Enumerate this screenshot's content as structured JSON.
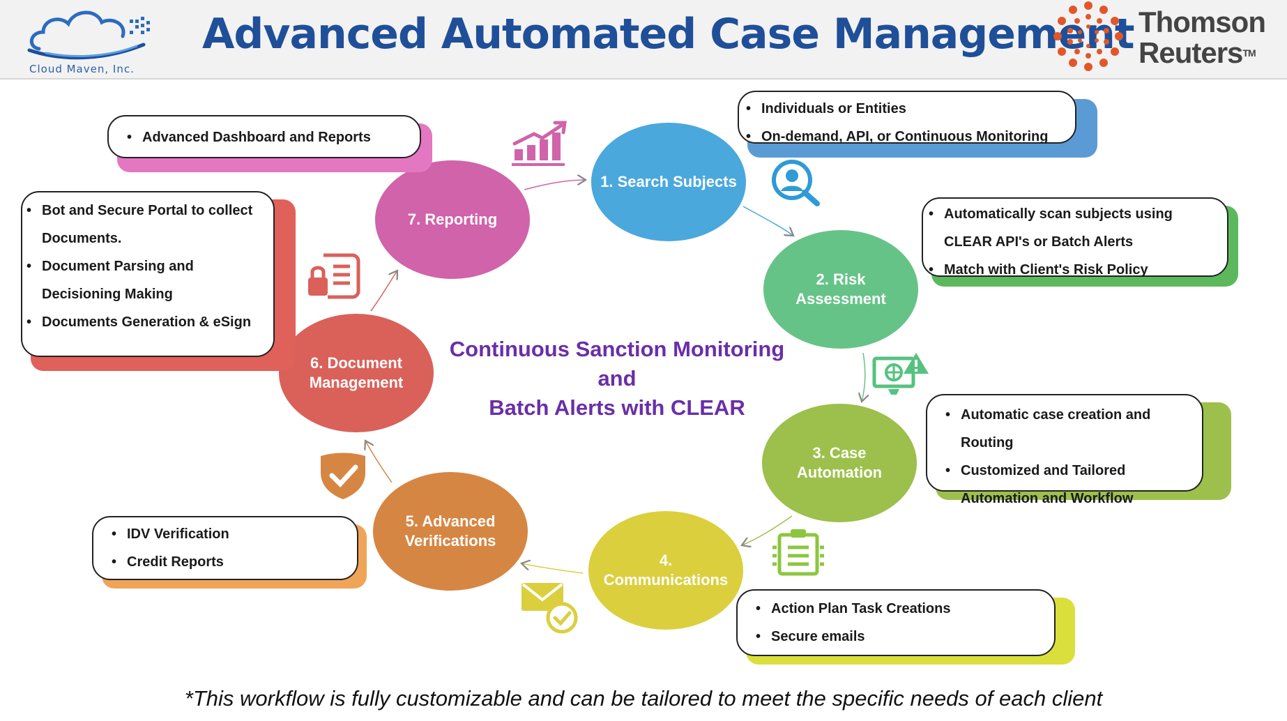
{
  "header": {
    "title": "Advanced Automated Case Management",
    "left_logo": {
      "company": "Cloud Maven, Inc."
    },
    "right_logo": {
      "line1": "Thomson",
      "line2": "Reuters",
      "tm": "TM"
    }
  },
  "center": {
    "line1": "Continuous Sanction Monitoring",
    "line2": "and",
    "line3": "Batch Alerts with CLEAR"
  },
  "steps": [
    {
      "label": "1. Search Subjects",
      "color": "#4aa8dd",
      "icon": "search-person-icon",
      "bullets": [
        "Individuals or Entities",
        "On-demand, API, or Continuous Monitoring"
      ]
    },
    {
      "label": "2. Risk Assessment",
      "color": "#66c387",
      "icon": "risk-monitor-icon",
      "bullets": [
        "Automatically scan subjects using CLEAR API's or Batch Alerts",
        "Match with Client's Risk Policy"
      ]
    },
    {
      "label": "3. Case Automation",
      "color": "#9cc04b",
      "icon": "clipboard-list-icon",
      "bullets": [
        "Automatic case creation and Routing",
        "Customized and Tailored Automation and Workflow"
      ]
    },
    {
      "label": "4. Communications",
      "color": "#dbcf3e",
      "icon": "email-check-icon",
      "bullets": [
        "Action Plan Task Creations",
        "Secure emails"
      ]
    },
    {
      "label": "5. Advanced Verifications",
      "color": "#d68643",
      "icon": "shield-check-icon",
      "bullets": [
        "IDV Verification",
        "Credit Reports"
      ]
    },
    {
      "label": "6. Document Management",
      "color": "#d9615a",
      "icon": "secure-document-icon",
      "bullets": [
        "Bot and Secure Portal to collect Documents.",
        "Document Parsing and Decisioning Making",
        "Documents Generation & eSign"
      ]
    },
    {
      "label": "7. Reporting",
      "color": "#d063a9",
      "icon": "growth-chart-icon",
      "bullets": [
        "Advanced Dashboard and Reports"
      ]
    }
  ],
  "footer": "*This workflow is fully customizable and can be tailored to meet the specific needs of each client"
}
